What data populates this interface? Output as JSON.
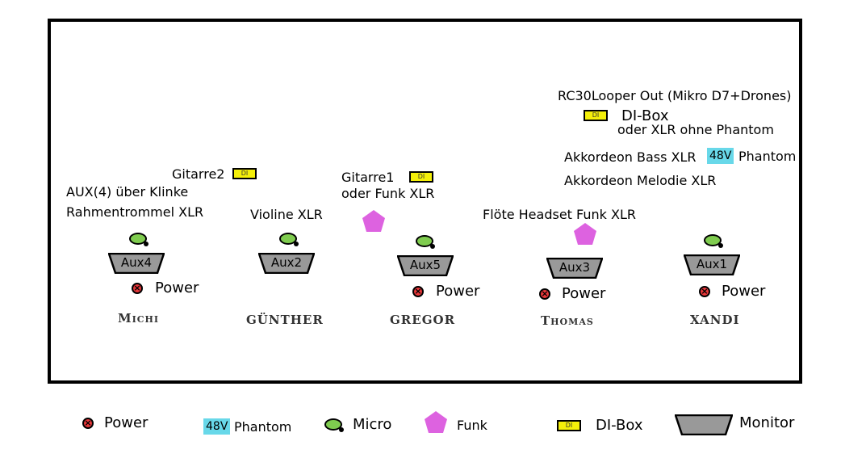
{
  "colors": {
    "power_fill": "#e8383a",
    "mic_fill": "#7fcc4f",
    "funk_fill": "#dd62e0",
    "di_fill": "#f4ef0a",
    "v48_fill": "#68d8e9",
    "monitor_fill": "#999999"
  },
  "icons": {
    "power": "power-icon",
    "mic": "mic-icon",
    "funk": "funk-icon",
    "di": "di-box-icon",
    "v48": "phantom-48v-icon",
    "monitor": "monitor-icon"
  },
  "common": {
    "power_label": "Power",
    "di_label": "DI",
    "v48_label": "48V",
    "phantom_label": "Phantom"
  },
  "michi": {
    "name": "Michi",
    "monitor": "Aux4",
    "line1": "AUX(4) über Klinke",
    "line2": "Rahmentrommel XLR"
  },
  "guenther": {
    "name": "GÜNTHER",
    "monitor": "Aux2",
    "line1": "Gitarre2",
    "line2": "Violine XLR"
  },
  "gregor": {
    "name": "GREGOR",
    "monitor": "Aux5",
    "line1": "Gitarre1",
    "line2": "oder Funk XLR"
  },
  "thomas": {
    "name": "Thomas",
    "monitor": "Aux3",
    "line1": "Flöte Headset Funk XLR"
  },
  "xandi": {
    "name": "XANDI",
    "monitor": "Aux1",
    "looper": "RC30Looper Out (Mikro D7+Drones)",
    "di_box": "DI-Box",
    "xlr_alt": "oder XLR ohne Phantom",
    "bass": "Akkordeon Bass XLR",
    "melodie": "Akkordeon Melodie XLR"
  },
  "legend": {
    "power": "Power",
    "phantom": "Phantom",
    "micro": "Micro",
    "funk": "Funk",
    "di_box": "DI-Box",
    "monitor": "Monitor"
  }
}
